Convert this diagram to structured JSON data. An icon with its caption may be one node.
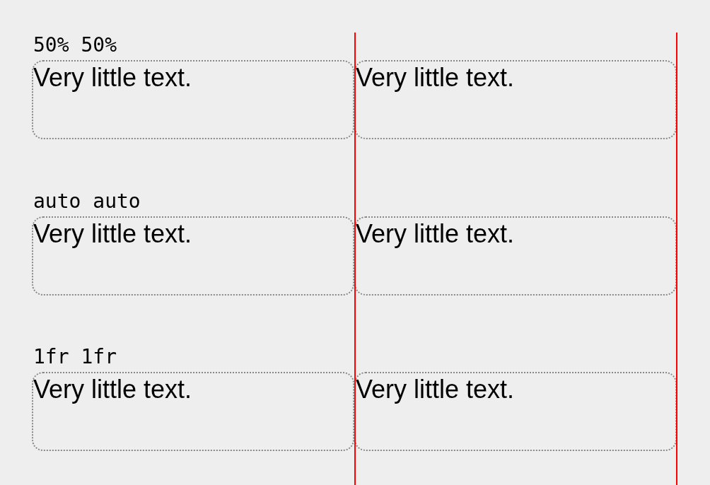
{
  "diagram": {
    "nodes": [
      {
        "text": [
          "Very little text."
        ]
      },
      {
        "text": [
          "Very little text."
        ]
      },
      {
        "text": [
          "Very little text."
        ]
      },
      {
        "text": [
          "Very little text."
        ]
      },
      {
        "text": [
          "Very little text."
        ]
      },
      {
        "text": [
          "Very little text."
        ]
      }
    ],
    "labels": [
      "50% 50%",
      "auto auto",
      "1fr 1fr"
    ]
  }
}
